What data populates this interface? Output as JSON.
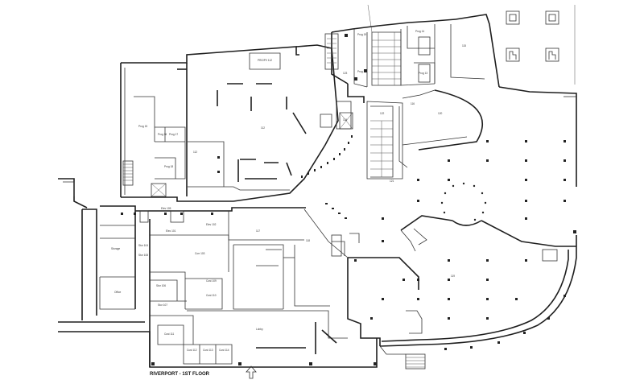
{
  "plan": {
    "title": "RIVERPORT - 1ST FLOOR"
  },
  "rooms": [
    "PRG/PV 112",
    "112",
    "112",
    "Prog 15",
    "Prog 16",
    "Prog 17",
    "Prog 18",
    "Prog 14",
    "Prog 13",
    "Prog 19",
    "Prog 20",
    "115",
    "116",
    "Elec 101",
    "Elev 102",
    "Corr 103",
    "Storage",
    "Stor 104",
    "Elev 105",
    "Office",
    "Stor 106",
    "Stor 107",
    "Stor 108",
    "Cust 109",
    "Cust 110",
    "Cust 111",
    "Cust 112",
    "Cust 113",
    "Cust 114",
    "Lobby",
    "117",
    "118",
    "119",
    "120",
    "121",
    "122",
    "123",
    "124"
  ]
}
